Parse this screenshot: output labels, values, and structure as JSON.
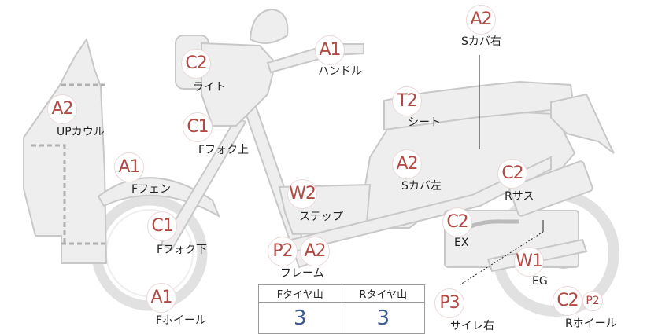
{
  "parts": [
    {
      "id": "s-cover-right",
      "code": "A2",
      "label": "Sカバ右"
    },
    {
      "id": "handle",
      "code": "A1",
      "label": "ハンドル"
    },
    {
      "id": "light",
      "code": "C2",
      "label": "ライト"
    },
    {
      "id": "up-cowl",
      "code": "A2",
      "label": "UPカウル"
    },
    {
      "id": "seat",
      "code": "T2",
      "label": "シート"
    },
    {
      "id": "f-fork-upper",
      "code": "C1",
      "label": "Fフォク上"
    },
    {
      "id": "f-fender",
      "code": "A1",
      "label": "Fフェン"
    },
    {
      "id": "s-cover-left",
      "code": "A2",
      "label": "Sカバ左"
    },
    {
      "id": "r-suspension",
      "code": "C2",
      "label": "Rサス"
    },
    {
      "id": "step",
      "code": "W2",
      "label": "ステップ"
    },
    {
      "id": "f-fork-lower",
      "code": "C1",
      "label": "Fフォク下"
    },
    {
      "id": "exhaust",
      "code": "C2",
      "label": "EX"
    },
    {
      "id": "frame",
      "codes": [
        "P2",
        "A2"
      ],
      "label": "フレーム"
    },
    {
      "id": "engine",
      "code": "W1",
      "label": "EG"
    },
    {
      "id": "muffler-right",
      "code": "P3",
      "label": "サイレ右"
    },
    {
      "id": "f-wheel",
      "code": "A1",
      "label": "Fホイール"
    },
    {
      "id": "r-wheel",
      "codes": [
        "C2",
        "P2"
      ],
      "label": "Rホイール"
    }
  ],
  "tire_table": {
    "headers": [
      "Fタイヤ山",
      "Rタイヤ山"
    ],
    "values": [
      "3",
      "3"
    ]
  }
}
